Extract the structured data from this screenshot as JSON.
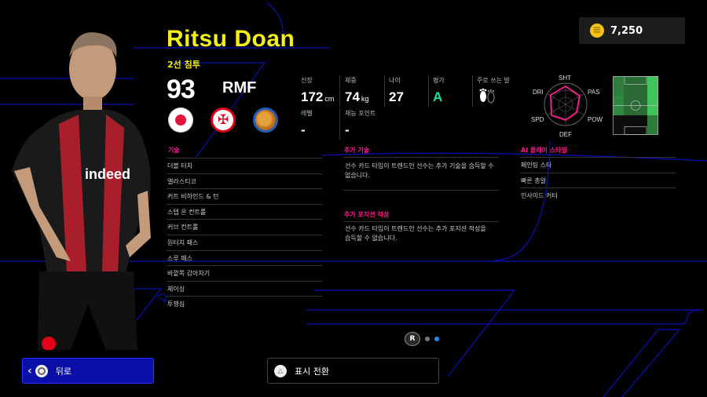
{
  "player": {
    "name": "Ritsu Doan",
    "playstyle": "2선 침투",
    "overall": "93",
    "position": "RMF",
    "nationality_icon": "japan-flag-icon",
    "club_icon": "eintracht-frankfurt-crest-icon",
    "league_icon": "europa-league-badge-icon"
  },
  "currency": {
    "icon": "coin-icon",
    "amount": "7,250"
  },
  "stats": {
    "height": {
      "label": "신장",
      "value": "172",
      "unit": "cm"
    },
    "weight": {
      "label": "체중",
      "value": "74",
      "unit": "kg"
    },
    "age": {
      "label": "나이",
      "value": "27"
    },
    "rating": {
      "label": "평가",
      "value": "A",
      "color": "#18e2a6"
    },
    "foot": {
      "label": "주로 쓰는 발",
      "icon": "footprints-icon"
    },
    "level": {
      "label": "레벨",
      "value": "-"
    },
    "skill_points": {
      "label": "재능 포인트",
      "value": "-"
    }
  },
  "radar": {
    "labels": [
      "SHT",
      "PAS",
      "POW",
      "DEF",
      "SPD",
      "DRI"
    ],
    "color": "#ff1c8d"
  },
  "skills": {
    "title": "기술",
    "items": [
      "더블 터치",
      "엘라스티코",
      "커트 비하인드 & 턴",
      "스텝 온 컨트롤",
      "커브 컨트롤",
      "원터치 패스",
      "스루 패스",
      "바깥쪽 감아차기",
      "체이싱",
      "투쟁심"
    ]
  },
  "additional_skills": {
    "title": "추가 기술",
    "description": "선수 카드 타입이 트렌드인 선수는 추가 기술을 습득할 수 없습니다."
  },
  "additional_positions": {
    "title": "추가 포지션 적성",
    "description": "선수 카드 타입이 트렌드인 선수는 추가 포지션 적성을 습득할 수 없습니다."
  },
  "ai_playstyle": {
    "title": "AI 플레이 스타일",
    "items": [
      "페인팅 스타",
      "빠른 총알",
      "인사이드 커터"
    ]
  },
  "pager": {
    "button": "R",
    "pages": 2,
    "active": 2
  },
  "footer": {
    "back_label": "뒤로",
    "toggle_label": "표시 전환"
  },
  "colors": {
    "accent_yellow": "#f2ee1a",
    "accent_pink": "#ff1c8d",
    "accent_blue": "#0a0fa8"
  }
}
